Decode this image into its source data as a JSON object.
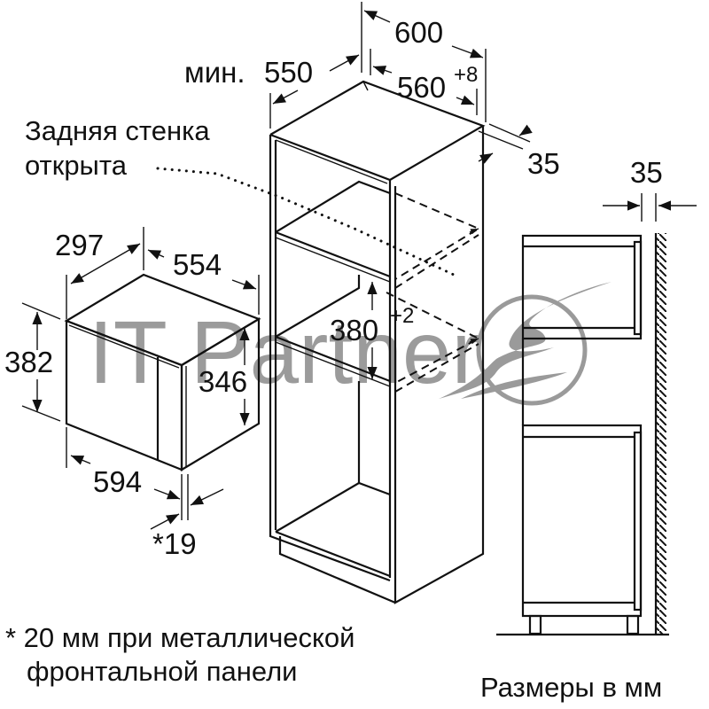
{
  "diagram": {
    "title": "Microwave built-in installation dimensions",
    "units_label": "Размеры в мм",
    "footnote": {
      "line1": "* 20 мм при металлической",
      "line2": "фронтальной панели"
    },
    "rear_wall_note": {
      "line1": "Задняя стенка",
      "line2": "открыта"
    },
    "appliance": {
      "depth": "297",
      "width": "554",
      "height_front": "382",
      "height_side": "346",
      "front_width": "594",
      "front_thickness": "*19"
    },
    "cabinet": {
      "min_depth_prefix": "мин.",
      "min_depth": "550",
      "outer_width": "600",
      "niche_width": "560",
      "niche_width_tolerance": "+8",
      "niche_height": "380",
      "niche_height_tolerance": "+2",
      "rear_gap": "35"
    },
    "side_view": {
      "wall_gap": "35"
    },
    "watermark": {
      "text": "IT Partner",
      "color": "#8a8a8a"
    },
    "colors": {
      "line": "#111111",
      "background": "#ffffff"
    }
  }
}
